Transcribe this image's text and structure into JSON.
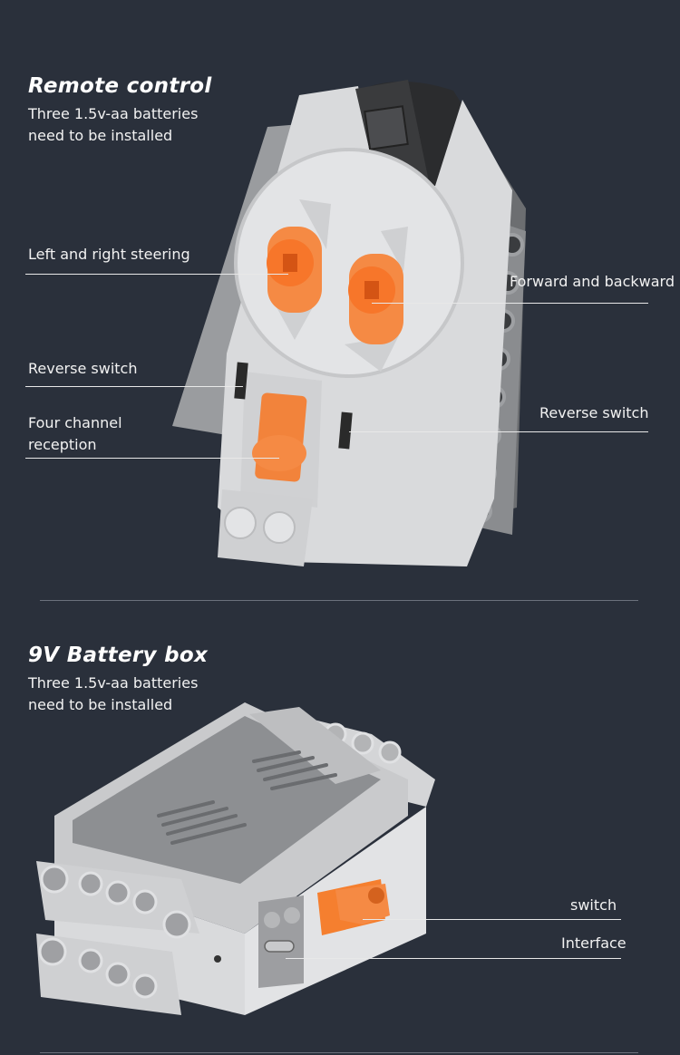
{
  "sections": [
    {
      "title": "Remote control",
      "subtitle_lines": [
        "Three 1.5v-aa batteries",
        "need to be installed"
      ],
      "callouts": {
        "left_right_steering": "Left and right steering",
        "forward_backward": "Forward and backward",
        "reverse_switch_left": "Reverse switch",
        "reverse_switch_right": "Reverse switch",
        "four_channel_line1": "Four channel",
        "four_channel_line2": "reception"
      },
      "product": "remote-control-illustration"
    },
    {
      "title": "9V Battery box",
      "subtitle_lines": [
        "Three 1.5v-aa batteries",
        "need to be installed"
      ],
      "callouts": {
        "switch": "switch",
        "interface": "Interface"
      },
      "product": "battery-box-illustration"
    }
  ],
  "colors": {
    "background": "#2a303b",
    "text": "#ffffff",
    "accent_orange": "#f57f2f",
    "plastic_light": "#d7d8da",
    "plastic_dark": "#8e9093"
  }
}
